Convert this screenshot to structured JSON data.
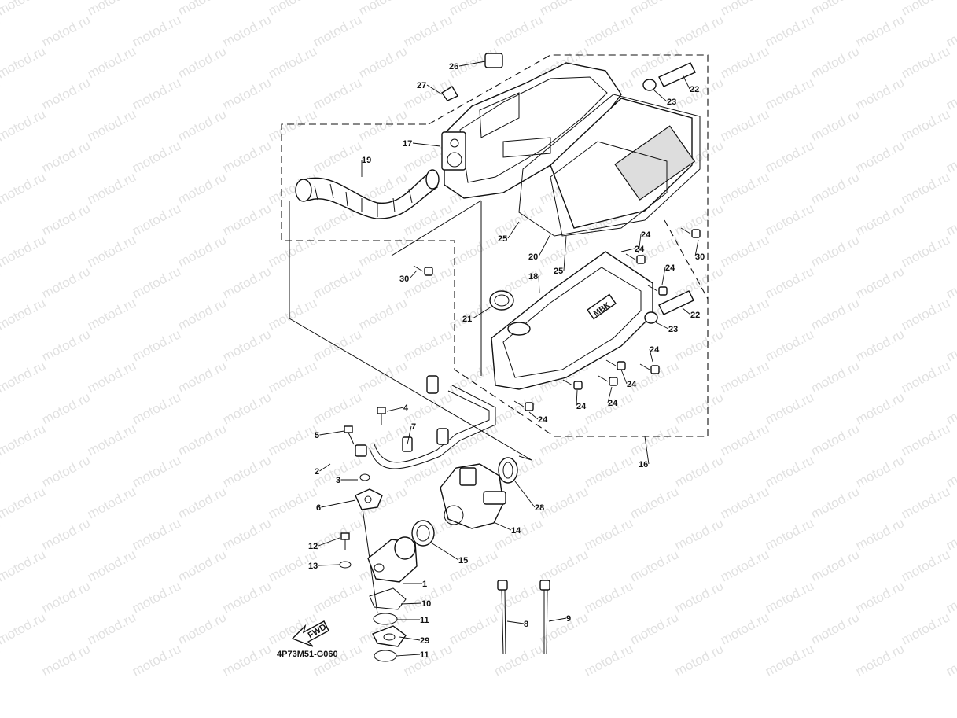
{
  "diagram": {
    "code": "4P73M51-G060",
    "fwd_label": "FWD",
    "brand_label": "MBK",
    "watermark": "motod.ru"
  },
  "callouts": [
    {
      "id": "1",
      "label": "1"
    },
    {
      "id": "2",
      "label": "2"
    },
    {
      "id": "3",
      "label": "3"
    },
    {
      "id": "4",
      "label": "4"
    },
    {
      "id": "5",
      "label": "5"
    },
    {
      "id": "6",
      "label": "6"
    },
    {
      "id": "7",
      "label": "7"
    },
    {
      "id": "8",
      "label": "8"
    },
    {
      "id": "9",
      "label": "9"
    },
    {
      "id": "10",
      "label": "10"
    },
    {
      "id": "11a",
      "label": "11"
    },
    {
      "id": "11b",
      "label": "11"
    },
    {
      "id": "12",
      "label": "12"
    },
    {
      "id": "13",
      "label": "13"
    },
    {
      "id": "14",
      "label": "14"
    },
    {
      "id": "15",
      "label": "15"
    },
    {
      "id": "16",
      "label": "16"
    },
    {
      "id": "17",
      "label": "17"
    },
    {
      "id": "18",
      "label": "18"
    },
    {
      "id": "19",
      "label": "19"
    },
    {
      "id": "20",
      "label": "20"
    },
    {
      "id": "21",
      "label": "21"
    },
    {
      "id": "22a",
      "label": "22"
    },
    {
      "id": "22b",
      "label": "22"
    },
    {
      "id": "23a",
      "label": "23"
    },
    {
      "id": "23b",
      "label": "23"
    },
    {
      "id": "24a",
      "label": "24"
    },
    {
      "id": "24b",
      "label": "24"
    },
    {
      "id": "24c",
      "label": "24"
    },
    {
      "id": "24d",
      "label": "24"
    },
    {
      "id": "24e",
      "label": "24"
    },
    {
      "id": "24f",
      "label": "24"
    },
    {
      "id": "24g",
      "label": "24"
    },
    {
      "id": "24h",
      "label": "24"
    },
    {
      "id": "25a",
      "label": "25"
    },
    {
      "id": "25b",
      "label": "25"
    },
    {
      "id": "26",
      "label": "26"
    },
    {
      "id": "27",
      "label": "27"
    },
    {
      "id": "28",
      "label": "28"
    },
    {
      "id": "29",
      "label": "29"
    },
    {
      "id": "30a",
      "label": "30"
    },
    {
      "id": "30b",
      "label": "30"
    }
  ]
}
